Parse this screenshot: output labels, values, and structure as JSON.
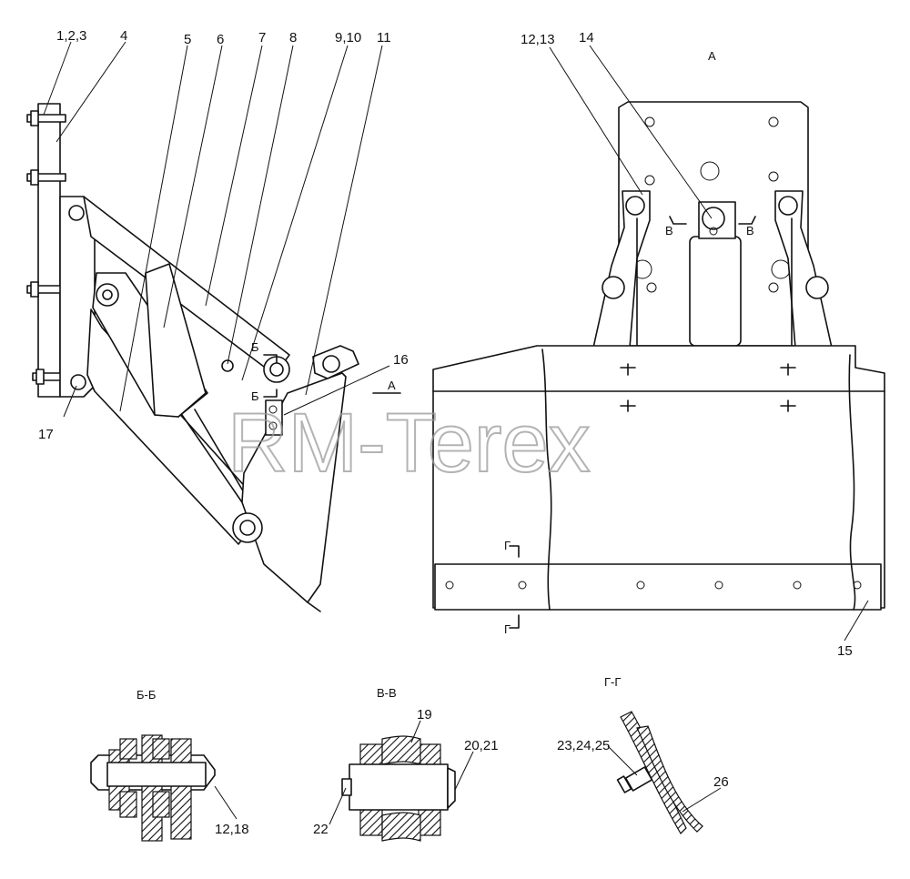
{
  "watermark": "RM-Terex",
  "callouts": {
    "c123": "1,2,3",
    "c4": "4",
    "c5": "5",
    "c6": "6",
    "c7": "7",
    "c8": "8",
    "c910": "9,10",
    "c11": "11",
    "c1213": "12,13",
    "c14": "14",
    "c15": "15",
    "c16": "16",
    "c17": "17",
    "c19": "19",
    "c2021": "20,21",
    "c22": "22",
    "c232425": "23,24,25",
    "c26": "26",
    "c1218": "12,18"
  },
  "sections": {
    "view_a": "А",
    "b_b": "Б-Б",
    "v_v": "В-В",
    "g_g": "Г-Г",
    "b": "Б",
    "v": "В",
    "g": "Г",
    "a": "А"
  }
}
